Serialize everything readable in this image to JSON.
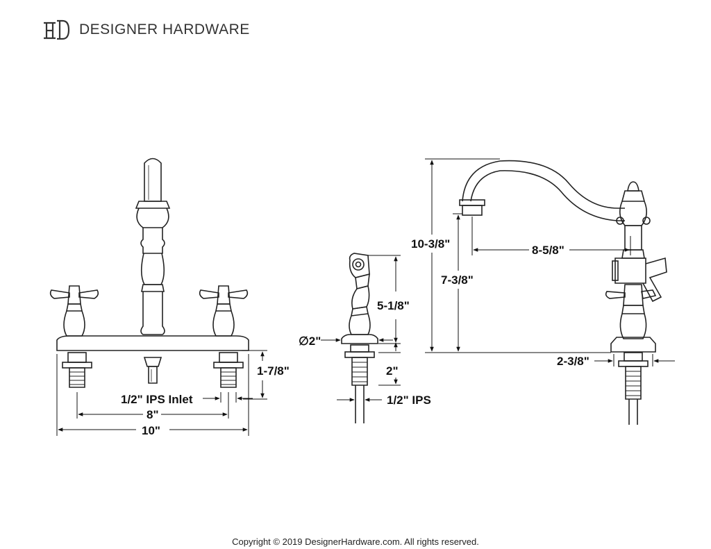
{
  "brand": {
    "logo_icon": "dh-monogram-logo",
    "name": "DESIGNER HARDWARE"
  },
  "dimensions": {
    "front_inlet": "1/2\" IPS Inlet",
    "front_center": "8\"",
    "front_overall": "10\"",
    "front_shank": "1-7/8\"",
    "sprayer_height": "5-1/8\"",
    "sprayer_diameter": "∅2\"",
    "sprayer_shank": "2\"",
    "sprayer_ips": "1/2\" IPS",
    "side_total_height": "10-3/8\"",
    "side_spout_height": "7-3/8\"",
    "side_reach": "8-5/8\"",
    "side_base": "2-3/8\""
  },
  "footer": {
    "copyright": "Copyright © 2019 DesignerHardware.com. All rights reserved."
  }
}
